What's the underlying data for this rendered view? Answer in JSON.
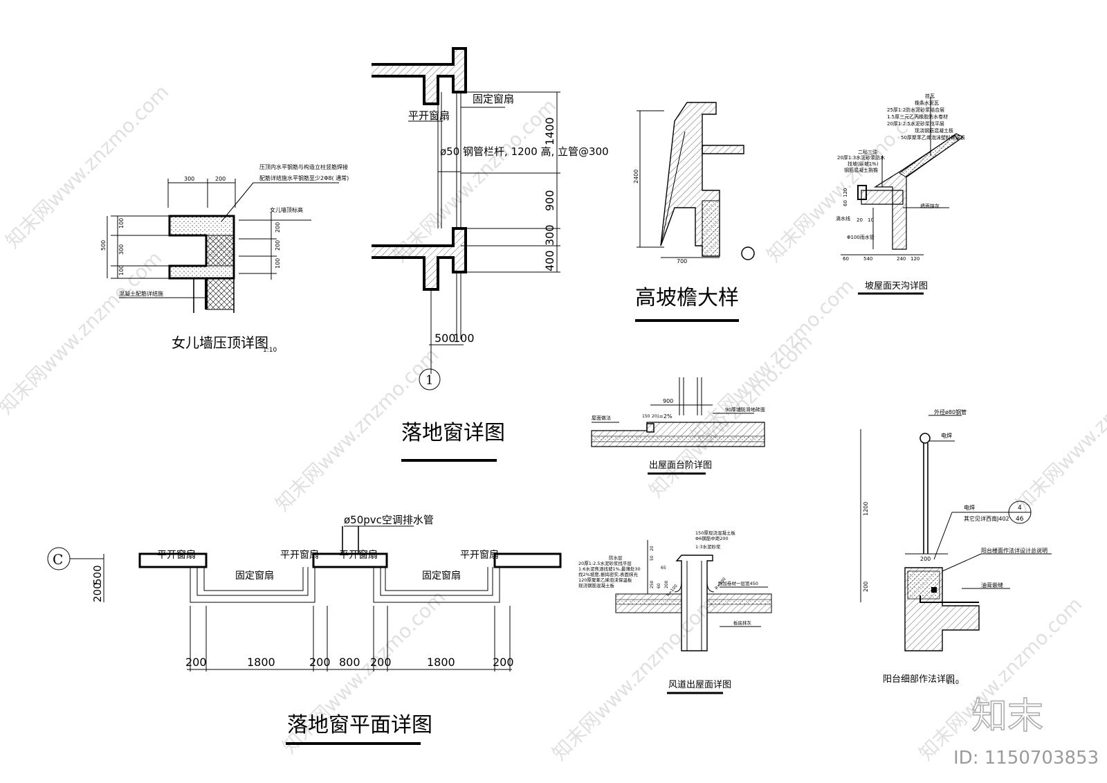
{
  "watermark": {
    "text": "知末网www.znzmo.com",
    "logo": "知末",
    "id": "ID: 1150703853"
  },
  "parapet": {
    "title": "女儿墙压顶详图",
    "scale": "1:10",
    "note1": "压顶内水平钢筋与构造立柱竖筋焊接",
    "note2": "配筋详结施水平钢筋至少2Φ8( 通常)",
    "note3": "女儿墙顶标高",
    "note4": "混凝土配筋详结施",
    "dims_top": [
      "300",
      "200"
    ],
    "dims_left": [
      "100",
      "300",
      "100"
    ],
    "dim_total": "500",
    "dims_right": [
      "200",
      "200",
      "100"
    ]
  },
  "window_section": {
    "title": "落地窗详图",
    "fixed": "固定窗扇",
    "casement": "平开窗扇",
    "rail": "ø50 钢管栏杆, 1200 高, 立管@300",
    "dims_v": [
      "1400",
      "900",
      "300",
      "400"
    ],
    "dims_h": [
      "500",
      "100"
    ],
    "axis": "1"
  },
  "eave": {
    "title": "高坡檐大样",
    "dim_h": "2400",
    "dim_w": "700"
  },
  "gutter": {
    "title": "坡屋面天沟详图",
    "layers": [
      "挂瓦",
      "橡条水泥瓦",
      "25厚1:2防水泥砂浆结合层",
      "1.5厚三元乙丙橡胶防水卷材",
      "20厚1:2.5水泥砂浆找平层",
      "现浇钢筋混凝土板",
      "50厚聚苯乙烯泡沫塑料保温板"
    ],
    "left_notes": [
      "二毡三油",
      "20厚1:3水泥砂浆防水",
      "找坡(纵坡1%)",
      "钢筋混凝土挑檐"
    ],
    "note_drip": "滴水线",
    "note_pipe": "Φ100雨水管",
    "note_wall": "墙面抹灰",
    "dims": [
      "60",
      "540",
      "240",
      "120"
    ],
    "dims_v": [
      "120",
      "60",
      "20",
      "10"
    ]
  },
  "step": {
    "title": "出屋面台阶详图",
    "dim": "900",
    "slope": "i=2%",
    "note_left": "屋面做法",
    "note_right": "90厚铺防滑地砖面",
    "d1": "150",
    "d2": "20"
  },
  "duct": {
    "title": "风道出屋面详图",
    "notes_top": [
      "150厚现浇混凝土板",
      "Φ6钢筋中距200",
      "1:3水泥砂浆"
    ],
    "notes_left": [
      "防水层",
      "20厚1:2.5水泥砂浆找平层",
      "1:6水泥焦渣找坡1%,最薄处30",
      "找2%坡度,振捣密实,表面抹光",
      "120厚聚苯乙烯泡沫保温板",
      "现浇钢筋混凝土板"
    ],
    "note_right1": "附加卷材一层宽450",
    "note_right2": "板底抹灰",
    "dims": [
      "50",
      "20",
      "65",
      "250",
      "60",
      "200",
      "R=100",
      "R=100"
    ]
  },
  "balcony": {
    "title": "阳台细部作法详图",
    "scale": "1:10",
    "note1": "外径ø80钢管",
    "note2": "电焊",
    "note3": "电焊",
    "note4": "其它见详西南J402",
    "note5": "阳台楼面作法详设计总说明",
    "note6": "油膏嵌缝",
    "callout_top": "4",
    "callout_bottom": "46",
    "dims": [
      "1200",
      "200",
      "200"
    ]
  },
  "window_plan": {
    "title": "落地窗平面详图",
    "axis": "C",
    "pipe": "ø50pvc空调排水管",
    "casement": "平开窗扇",
    "fixed": "固定窗扇",
    "dims": [
      "200",
      "1800",
      "200",
      "800",
      "200",
      "1800",
      "200"
    ],
    "dims_v": [
      "200",
      "500"
    ]
  }
}
